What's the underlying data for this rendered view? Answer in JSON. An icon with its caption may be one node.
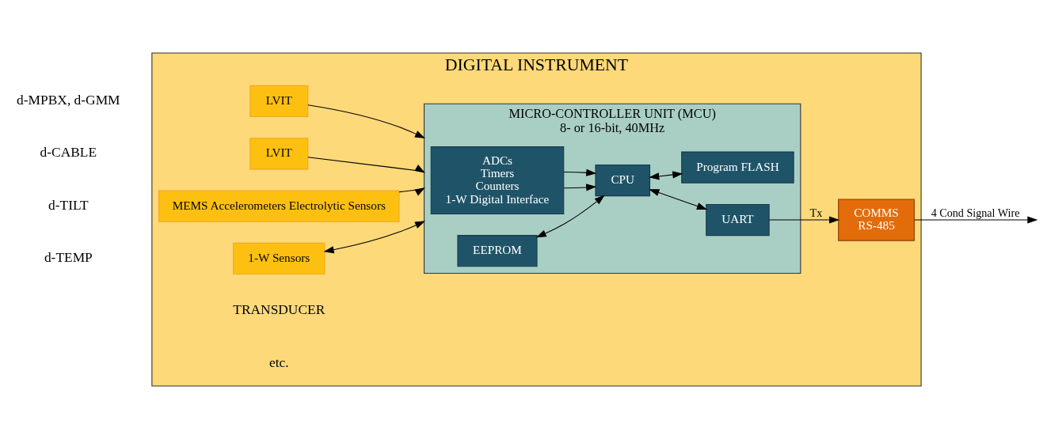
{
  "diagram": {
    "nodes": [
      {
        "text": [
          "DIGITAL INSTRUMENT"
        ]
      },
      {
        "text": [
          "LVIT"
        ],
        "in": 0
      },
      {
        "text": [
          "LVIT"
        ],
        "in": 0
      },
      {
        "text": [
          "MEMS Accelerometers Electrolytic Sensors"
        ],
        "in": 0
      },
      {
        "text": [
          "1-W Sensors"
        ],
        "in": 0
      },
      {
        "text": [
          "MICRO-CONTROLLER UNIT (MCU)",
          "8- or 16-bit, 40MHz"
        ],
        "in": 0
      },
      {
        "text": [
          "ADCs",
          "Timers",
          "Counters",
          "1-W Digital Interface"
        ],
        "in": 5
      },
      {
        "text": [
          "EEPROM"
        ],
        "in": 5
      },
      {
        "text": [
          "CPU"
        ],
        "in": 5
      },
      {
        "text": [
          "UART"
        ],
        "in": 5
      },
      {
        "text": [
          "Program FLASH"
        ],
        "in": 5
      },
      {
        "text": [
          "COMMS",
          "RS-485"
        ],
        "in": 0
      }
    ],
    "edges": [
      {
        "from": 1,
        "to": 5,
        "arrow": "to"
      },
      {
        "from": 2,
        "to": 5,
        "arrow": "to"
      },
      {
        "from": 3,
        "to": 5,
        "arrow": "to"
      },
      {
        "from": 4,
        "to": 5,
        "arrow": "both"
      },
      {
        "from": 6,
        "to": 8,
        "arrow": "to"
      },
      {
        "from": 6,
        "to": 8,
        "arrow": "to"
      },
      {
        "from": 7,
        "to": 8,
        "arrow": "both"
      },
      {
        "from": 8,
        "to": 9,
        "arrow": "both"
      },
      {
        "from": 8,
        "to": 10,
        "arrow": "both"
      },
      {
        "from": 9,
        "to": 11,
        "arrow": "to",
        "label": "Tx"
      },
      {
        "from": 11,
        "to": null,
        "arrow": "to",
        "label": "4 Cond Signal Wire"
      }
    ],
    "labels": [
      "TRANSDUCER",
      "d-MPBX, d-GMM",
      "d-CABLE",
      "d-TILT",
      "d-TEMP",
      "etc."
    ]
  }
}
